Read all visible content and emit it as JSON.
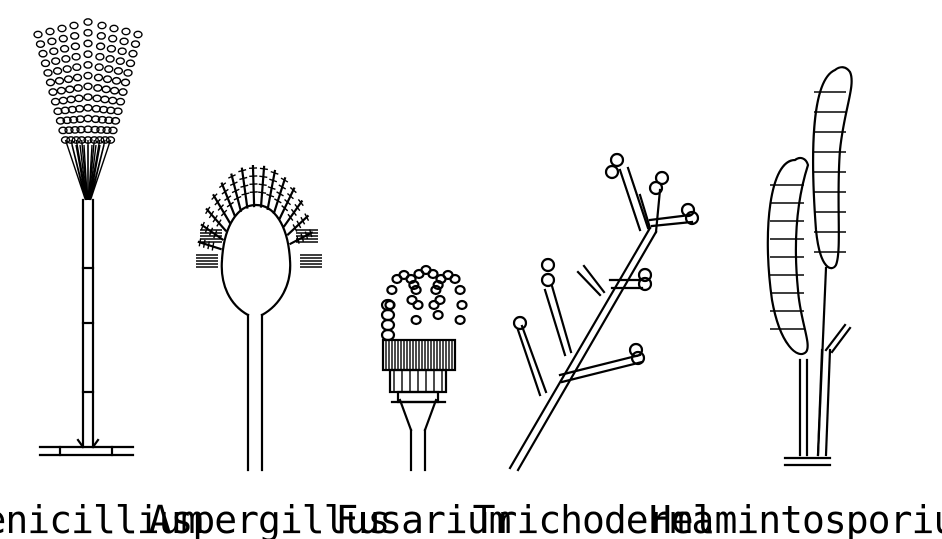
{
  "figure": {
    "ink_color": "#000000",
    "background": "#ffffff",
    "fungi": [
      {
        "label": "Penicillium"
      },
      {
        "label": "Aspergillus"
      },
      {
        "label": "Fusarium"
      },
      {
        "label": "Trichoderma"
      },
      {
        "label": "Helmintosporium"
      }
    ]
  }
}
